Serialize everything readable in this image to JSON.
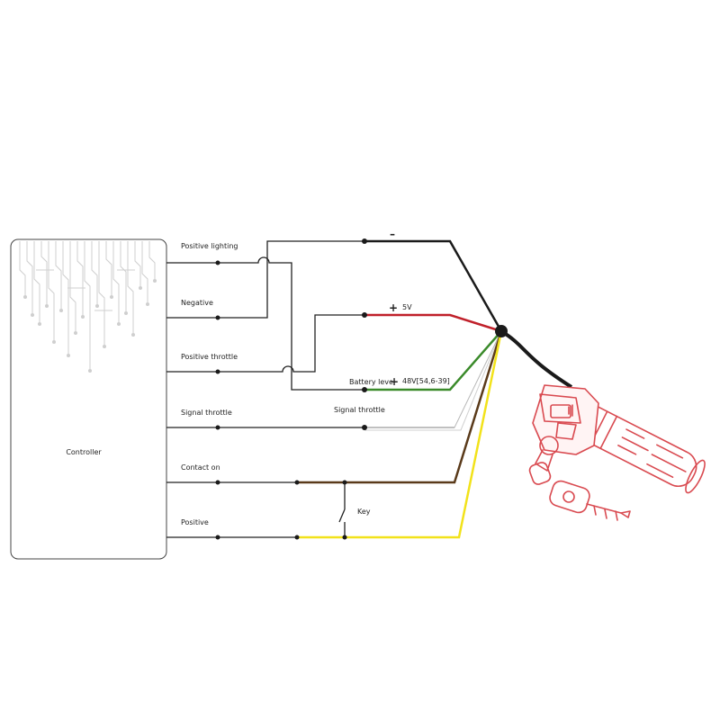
{
  "controller": {
    "label": "Controller"
  },
  "controller_labels": {
    "positive_lighting": "Positive lighting",
    "negative": "Negative",
    "positive_throttle": "Positive throttle",
    "signal_throttle": "Signal throttle",
    "contact_on": "Contact on",
    "positive": "Positive"
  },
  "wire_labels": {
    "minus_sign": "–",
    "plus_5v_sign": "+",
    "plus_5v": "5V",
    "battery_level": "Battery level",
    "battery_plus_sign": "+",
    "battery_value": "48V[54,6-39]",
    "signal_throttle": "Signal throttle",
    "key": "Key"
  },
  "colors": {
    "black": "#1a1a1a",
    "red": "#c0202a",
    "green": "#3a8a2a",
    "grey": "#b8b8b8",
    "brown": "#5a3a1a",
    "yellow": "#f2e21a",
    "grip_red": "#d94a50"
  }
}
